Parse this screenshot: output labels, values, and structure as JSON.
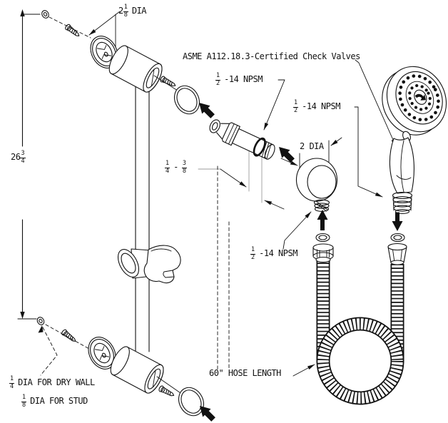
{
  "diagram": {
    "description": "Exploded installation diagram of a hand-shower slide bar kit with wall supply elbow, check valves and hose",
    "colors": {
      "ink": "#111111",
      "gray": "#9b9b9b",
      "background": "#ffffff"
    },
    "labels": {
      "top_diameter": {
        "whole": "2",
        "num": "1",
        "den": "8",
        "suffix": "DIA"
      },
      "asme_note": "ASME A112.18.3-Certified Check Valves",
      "npsm_check_valve": {
        "num": "1",
        "den": "2",
        "suffix": "-14 NPSM"
      },
      "npsm_hand_shower": {
        "num": "1",
        "den": "2",
        "suffix": "-14 NPSM"
      },
      "supply_elbow_diameter": "2 DIA",
      "mounting_screw_range": {
        "num1": "1",
        "den1": "4",
        "separator": "-",
        "num2": "3",
        "den2": "8"
      },
      "bar_length": {
        "whole": "26",
        "num": "3",
        "den": "4"
      },
      "npsm_supply_elbow": {
        "num": "1",
        "den": "2",
        "suffix": "-14 NPSM"
      },
      "hose_length": "60\" HOSE LENGTH",
      "drywall_hole": {
        "num": "1",
        "den": "4",
        "suffix": "DIA FOR DRY WALL"
      },
      "stud_hole": {
        "num": "1",
        "den": "8",
        "suffix": "DIA FOR STUD"
      }
    }
  }
}
